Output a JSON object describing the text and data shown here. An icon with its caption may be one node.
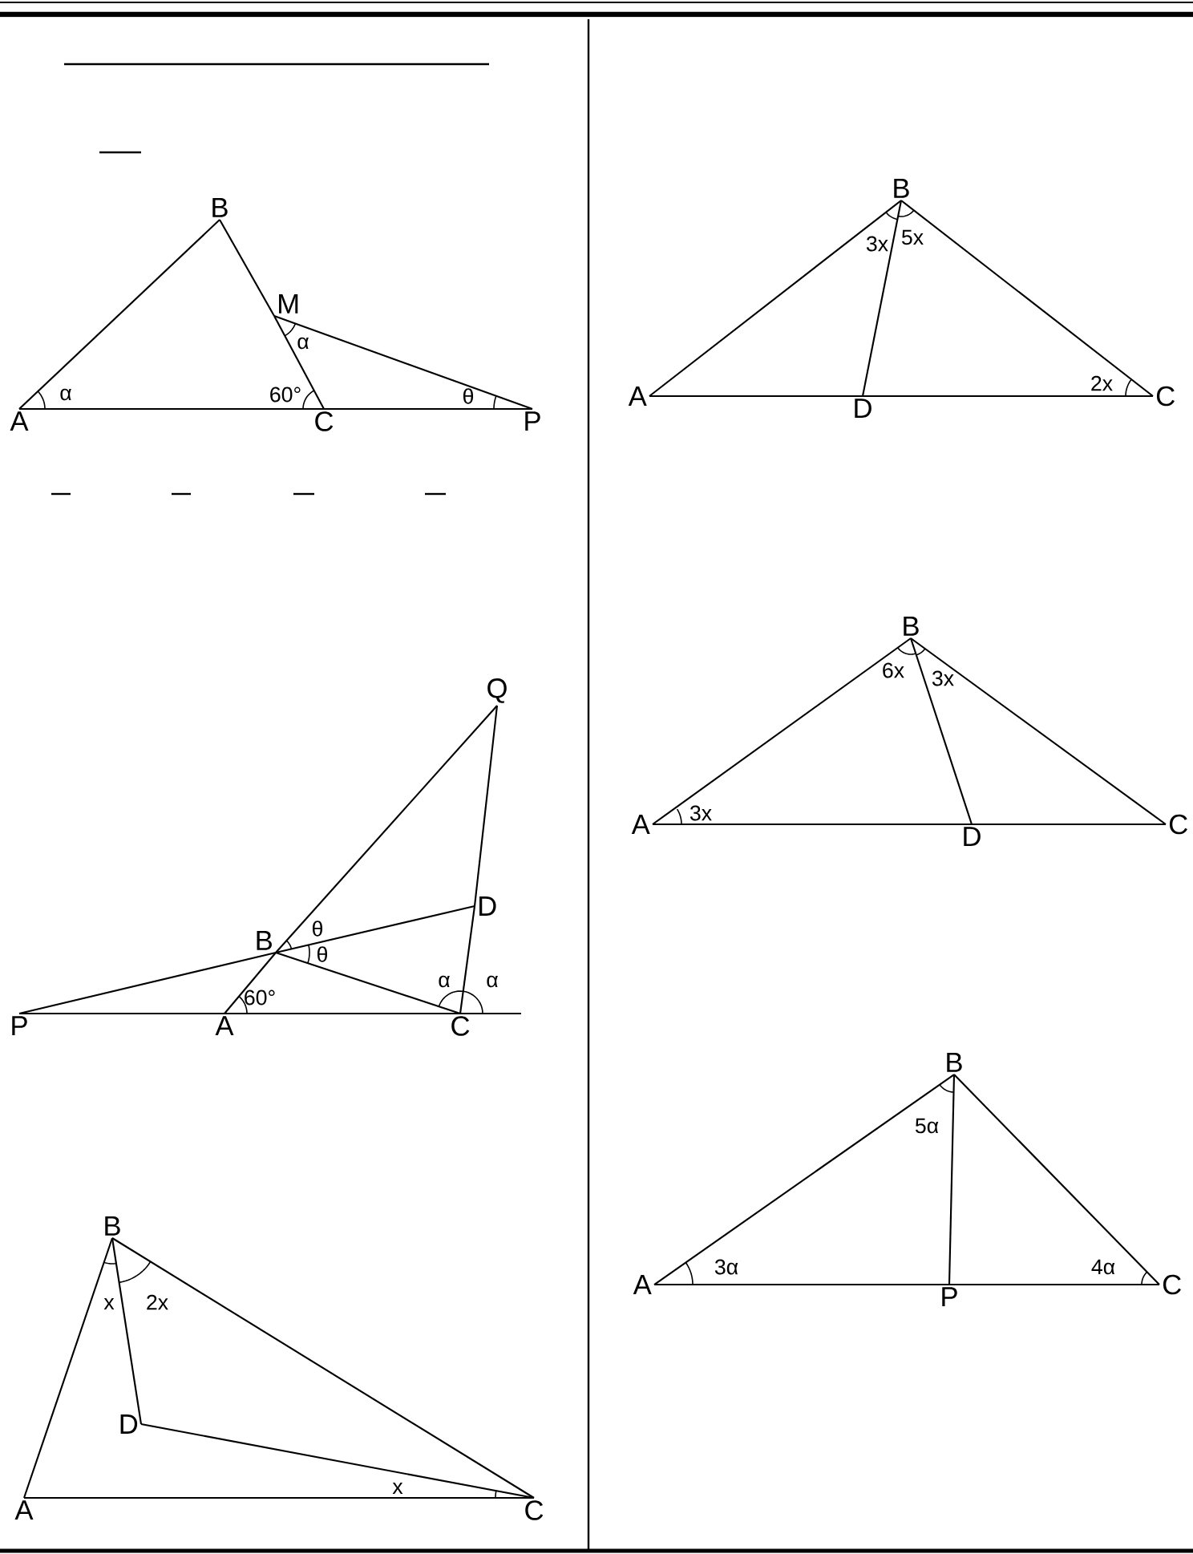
{
  "diagram": {
    "nodes": [
      {
        "text": [
          "A"
        ]
      },
      {
        "text": [
          "B"
        ]
      },
      {
        "text": [
          "C"
        ]
      },
      {
        "text": [
          "P"
        ]
      },
      {
        "text": [
          "M"
        ]
      },
      {
        "text": [
          "A"
        ]
      },
      {
        "text": [
          "B"
        ]
      },
      {
        "text": [
          "C"
        ]
      },
      {
        "text": [
          "D"
        ]
      },
      {
        "text": [
          "Q"
        ]
      },
      {
        "text": [
          "B"
        ]
      },
      {
        "text": [
          "D"
        ]
      },
      {
        "text": [
          "P"
        ]
      },
      {
        "text": [
          "A"
        ]
      },
      {
        "text": [
          "C"
        ]
      },
      {
        "text": [
          "B"
        ]
      },
      {
        "text": [
          "D"
        ]
      },
      {
        "text": [
          "A"
        ]
      },
      {
        "text": [
          "C"
        ]
      },
      {
        "text": [
          "B"
        ]
      },
      {
        "text": [
          "A"
        ]
      },
      {
        "text": [
          "D"
        ]
      },
      {
        "text": [
          "C"
        ]
      },
      {
        "text": [
          "B"
        ]
      },
      {
        "text": [
          "A"
        ]
      },
      {
        "text": [
          "P"
        ]
      },
      {
        "text": [
          "C"
        ]
      }
    ],
    "edges": [
      {
        "from": 0,
        "to": 1,
        "arrow": "none"
      },
      {
        "from": 1,
        "to": 4,
        "arrow": "none"
      },
      {
        "from": 4,
        "to": 2,
        "arrow": "none"
      },
      {
        "from": 0,
        "to": 2,
        "arrow": "none"
      },
      {
        "from": 2,
        "to": 3,
        "arrow": "none"
      },
      {
        "from": 4,
        "to": 3,
        "arrow": "none"
      },
      {
        "from": 5,
        "to": 6,
        "arrow": "none"
      },
      {
        "from": 6,
        "to": 7,
        "arrow": "none"
      },
      {
        "from": 5,
        "to": 8,
        "arrow": "none"
      },
      {
        "from": 8,
        "to": 7,
        "arrow": "none"
      },
      {
        "from": 6,
        "to": 8,
        "arrow": "none"
      },
      {
        "from": 12,
        "to": 13,
        "arrow": "none"
      },
      {
        "from": 13,
        "to": 14,
        "arrow": "none"
      },
      {
        "from": 14,
        "to": null,
        "arrow": "none"
      },
      {
        "from": 13,
        "to": 10,
        "arrow": "none"
      },
      {
        "from": 10,
        "to": 9,
        "arrow": "none"
      },
      {
        "from": 12,
        "to": 10,
        "arrow": "none"
      },
      {
        "from": 10,
        "to": 11,
        "arrow": "none"
      },
      {
        "from": 10,
        "to": 14,
        "arrow": "none"
      },
      {
        "from": 14,
        "to": 11,
        "arrow": "none"
      },
      {
        "from": 11,
        "to": 9,
        "arrow": "none"
      },
      {
        "from": 17,
        "to": 15,
        "arrow": "none"
      },
      {
        "from": 15,
        "to": 18,
        "arrow": "none"
      },
      {
        "from": 15,
        "to": 16,
        "arrow": "none"
      },
      {
        "from": 16,
        "to": 18,
        "arrow": "none"
      },
      {
        "from": 17,
        "to": 18,
        "arrow": "none"
      },
      {
        "from": 20,
        "to": 19,
        "arrow": "none"
      },
      {
        "from": 19,
        "to": 22,
        "arrow": "none"
      },
      {
        "from": 20,
        "to": 21,
        "arrow": "none"
      },
      {
        "from": 21,
        "to": 22,
        "arrow": "none"
      },
      {
        "from": 19,
        "to": 21,
        "arrow": "none"
      },
      {
        "from": 24,
        "to": 23,
        "arrow": "none"
      },
      {
        "from": 23,
        "to": 26,
        "arrow": "none"
      },
      {
        "from": 24,
        "to": 25,
        "arrow": "none"
      },
      {
        "from": 25,
        "to": 26,
        "arrow": "none"
      },
      {
        "from": 23,
        "to": 25,
        "arrow": "none"
      }
    ],
    "labels": [
      "α",
      "60°",
      "α",
      "θ",
      "3x",
      "5x",
      "2x",
      "θ",
      "θ",
      "60°",
      "α",
      "α",
      "x",
      "2x",
      "x",
      "6x",
      "3x",
      "3x",
      "5α",
      "3α",
      "4α"
    ]
  }
}
